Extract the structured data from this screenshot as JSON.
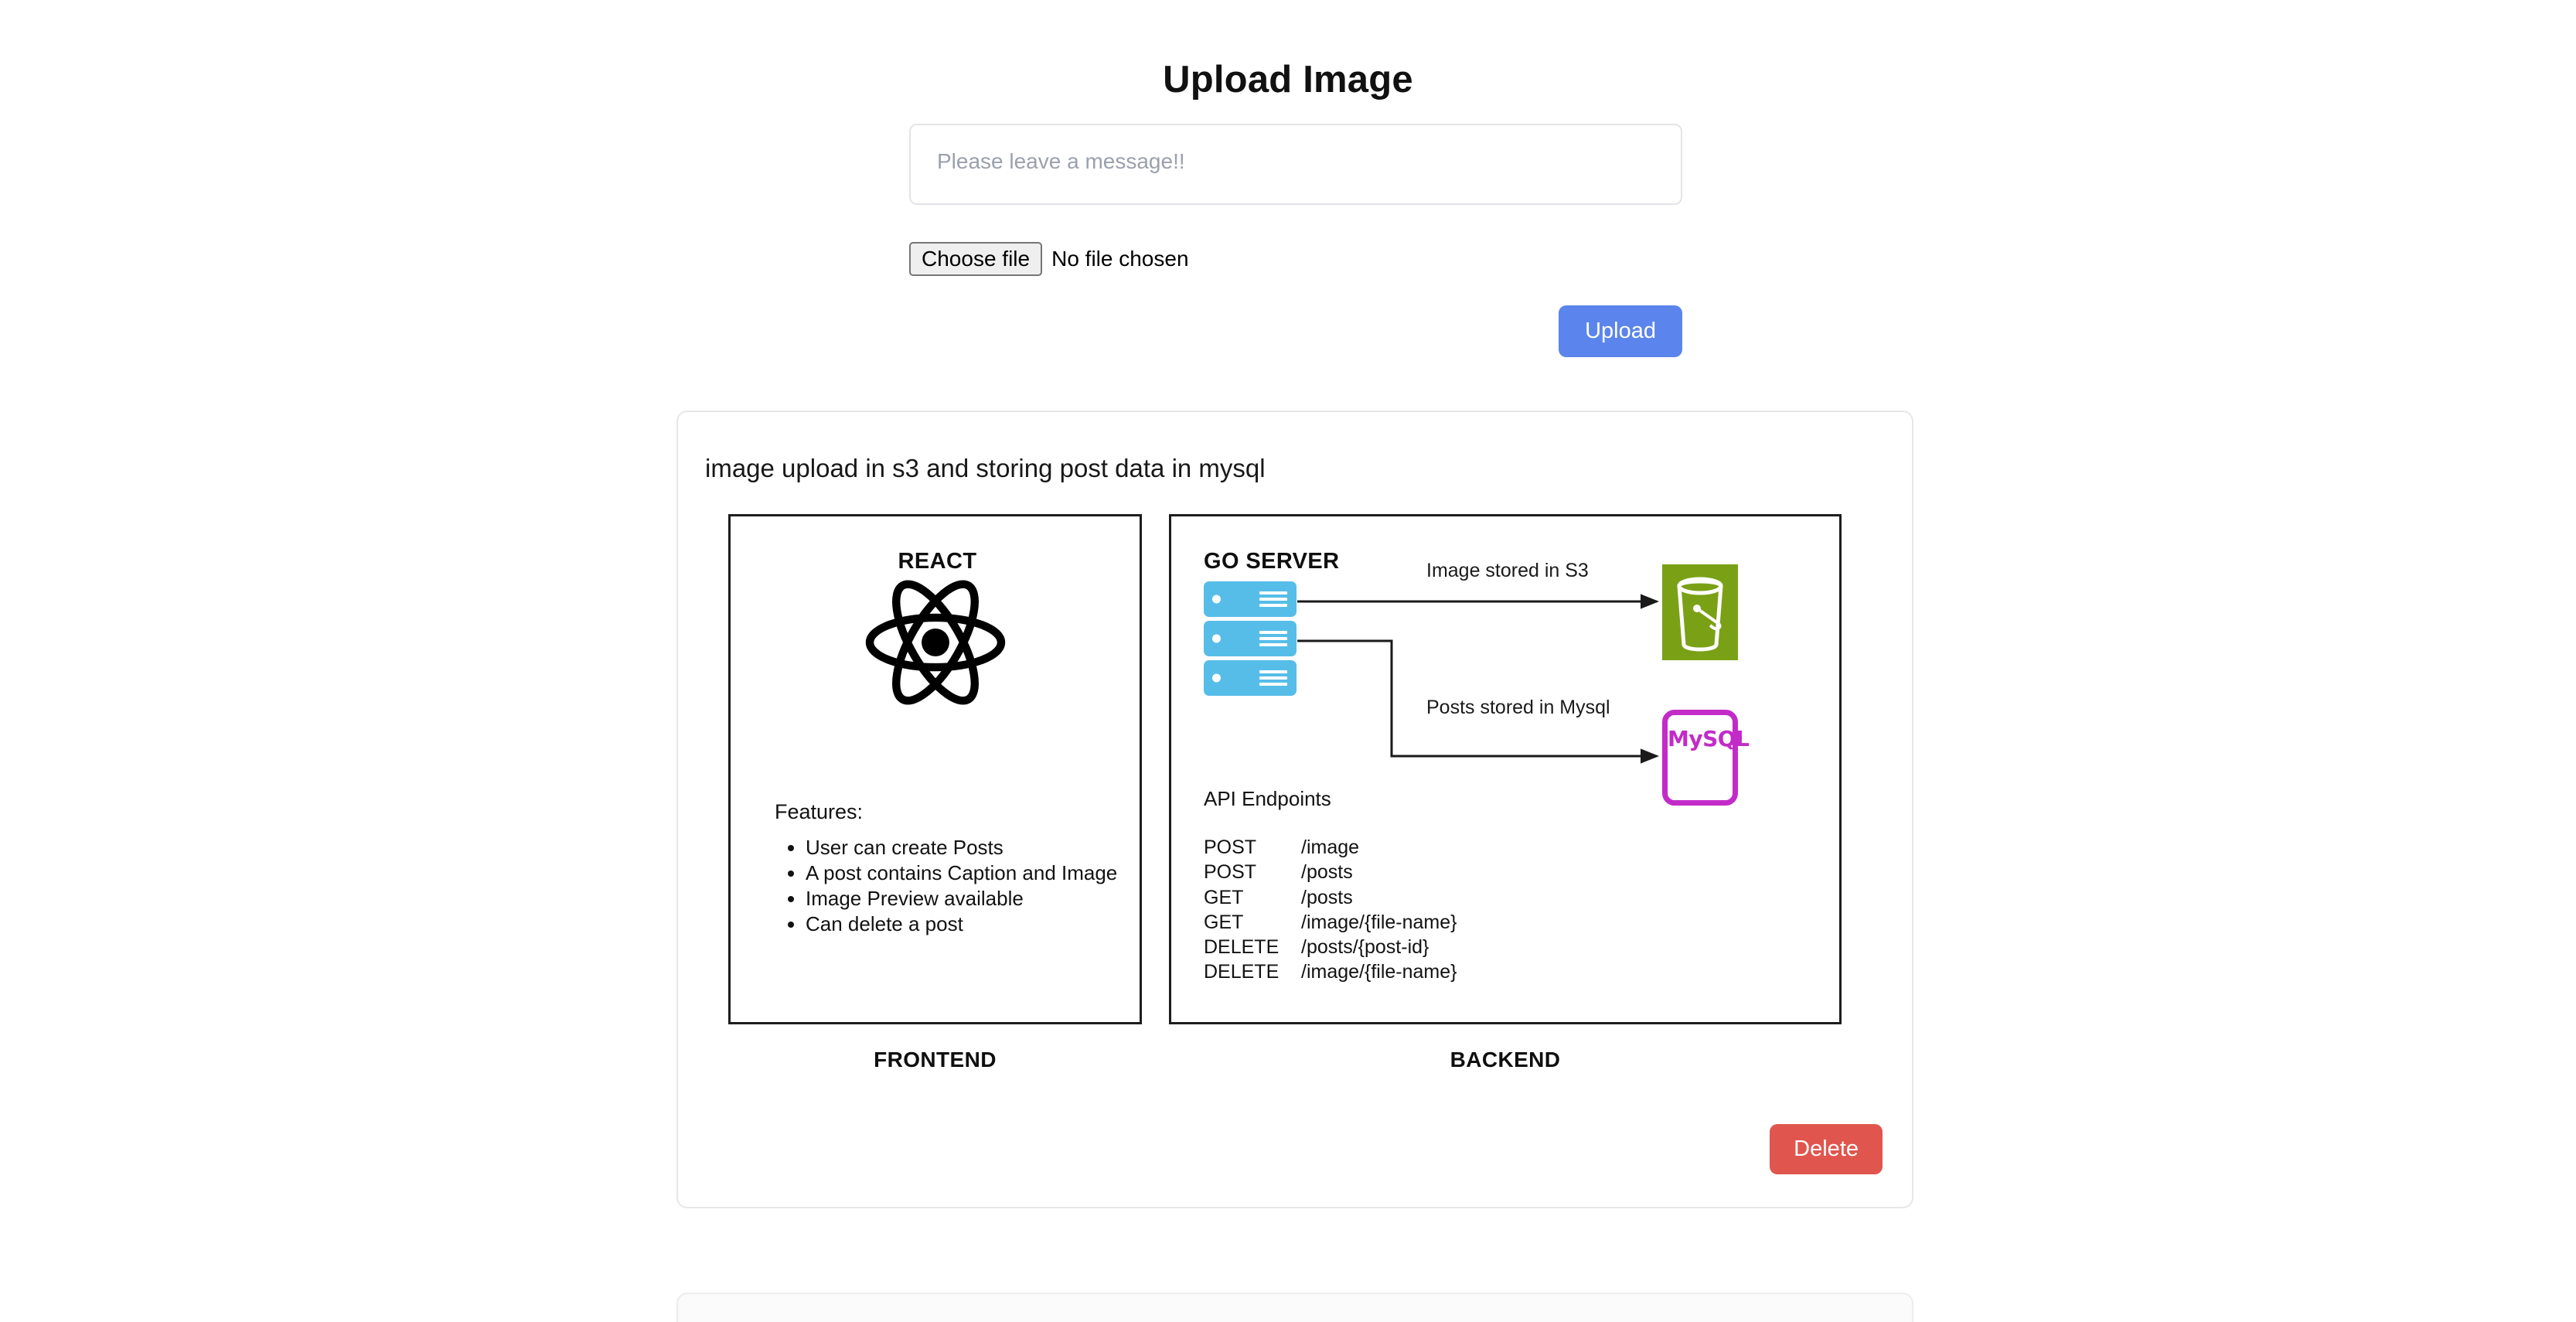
{
  "header": {
    "title": "Upload Image"
  },
  "form": {
    "message_placeholder": "Please leave a message!!",
    "message_value": "",
    "choose_file_label": "Choose file",
    "no_file_label": "No file chosen",
    "upload_label": "Upload",
    "upload_color": "#5b85ec"
  },
  "post": {
    "caption": "image upload in s3 and storing post data in mysql",
    "delete_label": "Delete",
    "delete_color": "#e0564e"
  },
  "diagram": {
    "frontend": {
      "title": "REACT",
      "bottom_label": "FRONTEND",
      "logo_icon": "react-atom-icon",
      "features_label": "Features:",
      "features": [
        "User can create Posts",
        "A post contains Caption and Image",
        "Image Preview available",
        "Can delete a post"
      ]
    },
    "backend": {
      "title": "GO SERVER",
      "bottom_label": "BACKEND",
      "server_icon": "server-stack-icon",
      "server_count": 3,
      "server_color": "#56bde8",
      "arrow_label_s3": "Image stored in S3",
      "arrow_label_mysql": "Posts stored in Mysql",
      "s3": {
        "icon": "s3-bucket-icon",
        "color": "#7aa116"
      },
      "mysql": {
        "icon": "mysql-box-icon",
        "label": "MySQL",
        "color": "#c32bc8"
      },
      "api_heading": "API Endpoints",
      "endpoints": [
        {
          "method": "POST",
          "path": "/image"
        },
        {
          "method": "POST",
          "path": "/posts"
        },
        {
          "method": "GET",
          "path": "/posts"
        },
        {
          "method": "GET",
          "path": "/image/{file-name}"
        },
        {
          "method": "DELETE",
          "path": "/posts/{post-id}"
        },
        {
          "method": "DELETE",
          "path": "/image/{file-name}"
        }
      ]
    }
  }
}
